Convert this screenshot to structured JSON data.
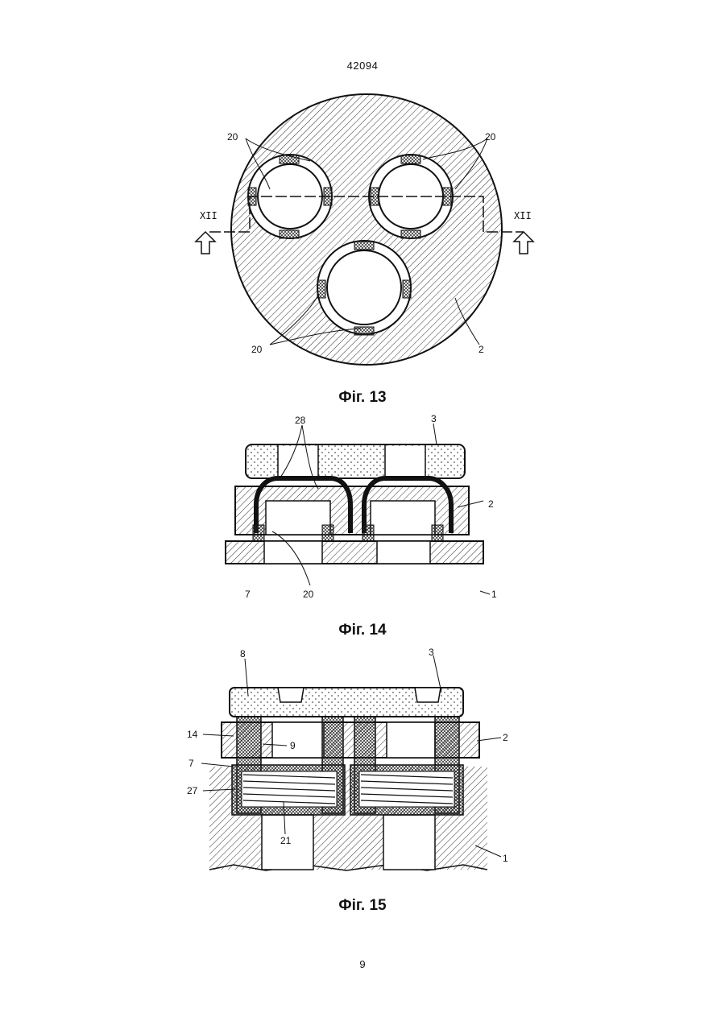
{
  "page": {
    "header_number": "42094",
    "page_number": "9"
  },
  "figures": [
    {
      "caption": "Фіг. 13",
      "labels": {
        "top_left": "20",
        "top_right": "20",
        "section_left": "XII",
        "section_right": "XII",
        "bottom_left": "20",
        "part": "2"
      }
    },
    {
      "caption": "Фіг. 14",
      "labels": {
        "top_28": "28",
        "top_3": "3",
        "side_2": "2",
        "bottom_7": "7",
        "bottom_20": "20",
        "bottom_1": "1"
      }
    },
    {
      "caption": "Фіг. 15",
      "labels": {
        "top_8": "8",
        "top_3": "3",
        "left_14": "14",
        "mid_9": "9",
        "right_2": "2",
        "left_7": "7",
        "left_27": "27",
        "bottom_21": "21",
        "right_1": "1"
      }
    }
  ],
  "colors": {
    "ink": "#111111",
    "paper": "#ffffff",
    "hatch": "#444444"
  }
}
